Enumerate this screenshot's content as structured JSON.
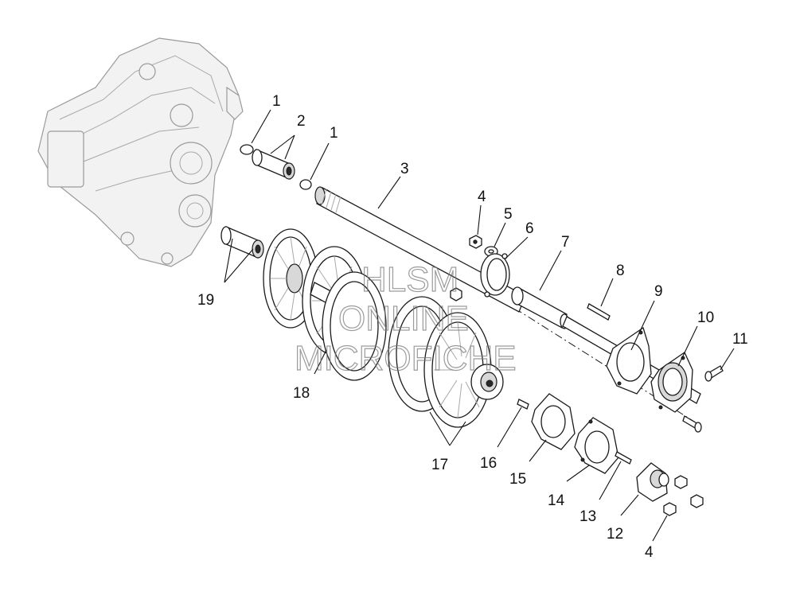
{
  "diagram": {
    "watermark": {
      "line1": "HLSM",
      "line2": "ONLINE",
      "line3": "MICROFICHE"
    },
    "callouts": {
      "c1a": "1",
      "c2": "2",
      "c1b": "1",
      "c3": "3",
      "c4a": "4",
      "c5": "5",
      "c6": "6",
      "c7": "7",
      "c8": "8",
      "c9": "9",
      "c10": "10",
      "c11": "11",
      "c12": "12",
      "c13": "13",
      "c14": "14",
      "c15": "15",
      "c16": "16",
      "c17": "17",
      "c18": "18",
      "c19": "19",
      "c4b": "4"
    }
  }
}
